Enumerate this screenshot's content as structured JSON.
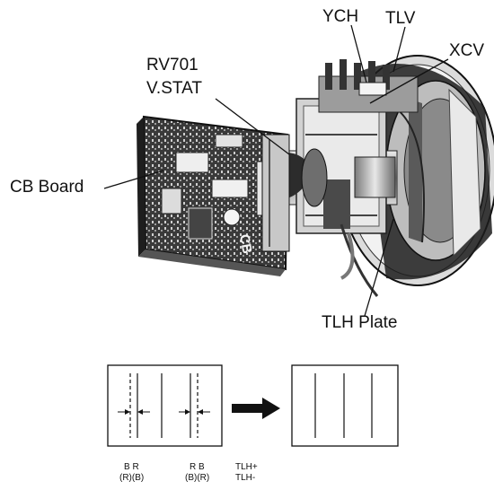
{
  "labels": {
    "ych": "YCH",
    "tlv": "TLV",
    "xcv": "XCV",
    "rv701": "RV701",
    "vstat": "V.STAT",
    "cb_board": "CB Board",
    "tlh_plate": "TLH Plate",
    "board_silk": "CB"
  },
  "diagram": {
    "left_col1_top": "B R",
    "left_col1_bottom": "(R)(B)",
    "left_col2_top": "R B",
    "left_col2_bottom": "(B)(R)",
    "tlh_plus": "TLH+",
    "tlh_minus": "TLH-"
  }
}
